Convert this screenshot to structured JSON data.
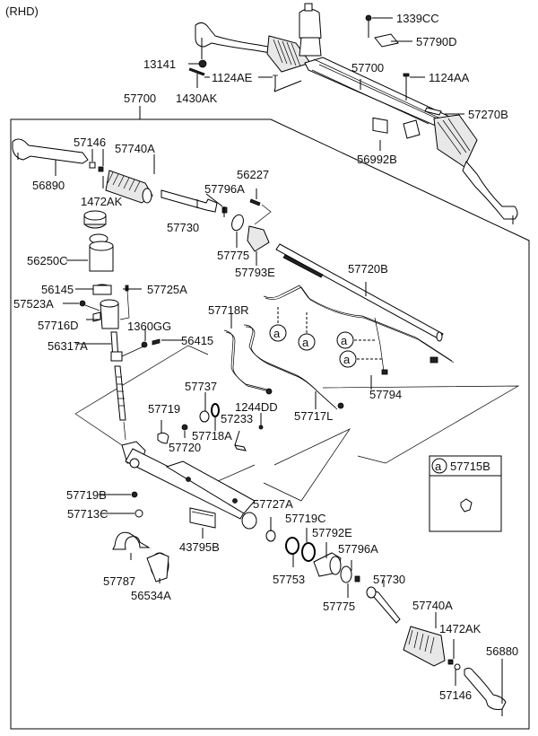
{
  "diagram": {
    "variant_label": "(RHD)",
    "assembly_top": {
      "labels": {
        "p1339CC": "1339CC",
        "p57790D": "57790D",
        "p13141": "13141",
        "p1124AE": "1124AE",
        "p1430AK": "1430AK",
        "p57700_top": "57700",
        "p1124AA": "1124AA",
        "p57270B": "57270B",
        "p56992B": "56992B"
      }
    },
    "exploded": {
      "group_label": "57700",
      "labels": {
        "p57146_a": "57146",
        "p57740A_a": "57740A",
        "p56890": "56890",
        "p1472AK_a": "1472AK",
        "p57730_a": "57730",
        "p57796A_a": "57796A",
        "p56227": "56227",
        "p57775_a": "57775",
        "p57793E": "57793E",
        "p56250C": "56250C",
        "p56145": "56145",
        "p57725A": "57725A",
        "p57523A": "57523A",
        "p57716D": "57716D",
        "p1360GG": "1360GG",
        "p56415": "56415",
        "p56317A": "56317A",
        "p57720B": "57720B",
        "p57718R": "57718R",
        "p57794": "57794",
        "p57717L": "57717L",
        "p57737": "57737",
        "p57719": "57719",
        "p1244DD": "1244DD",
        "p57233": "57233",
        "p57718A": "57718A",
        "p57720": "57720",
        "p57719B": "57719B",
        "p57713C": "57713C",
        "p43795B": "43795B",
        "p57787": "57787",
        "p56534A": "56534A",
        "p57727A": "57727A",
        "p57719C": "57719C",
        "p57792E": "57792E",
        "p57796A_b": "57796A",
        "p57753": "57753",
        "p57775_b": "57775",
        "p57730_b": "57730",
        "p57740A_b": "57740A",
        "p1472AK_b": "1472AK",
        "p56880": "56880",
        "p57146_b": "57146"
      },
      "callout_marker": "a",
      "legend_box": {
        "marker": "a",
        "part": "57715B"
      }
    }
  }
}
